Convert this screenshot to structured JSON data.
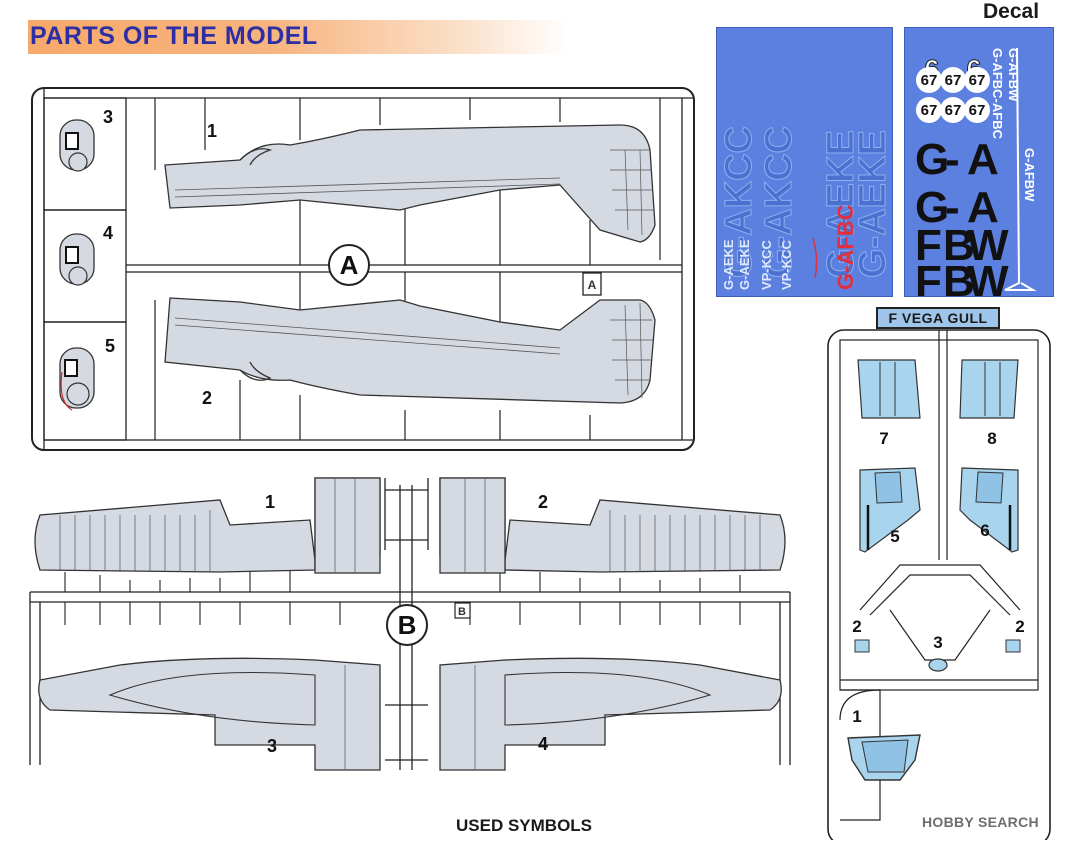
{
  "header": {
    "title": "PARTS OF THE MODEL",
    "decal_label": "Decal"
  },
  "sprue_a": {
    "label": "A",
    "part_numbers": [
      "1",
      "2",
      "3",
      "4",
      "5"
    ],
    "symbol_text": "A"
  },
  "sprue_b": {
    "label": "B",
    "part_numbers": [
      "1",
      "2",
      "3",
      "4"
    ],
    "symbol_text": "B"
  },
  "clear_sprue": {
    "name_tag": "F VEGA GULL",
    "part_numbers": [
      "7",
      "8",
      "5",
      "6",
      "2",
      "3",
      "2",
      "1"
    ]
  },
  "decal_sheet_left": {
    "big_rows": [
      "G-AKCC",
      "G-AKCC",
      "G-AEKE",
      "G-AEKE"
    ],
    "small_rows": [
      "G-AEKE",
      "G-AEKE",
      "VP-KCC",
      "VP-KCC"
    ],
    "red_text": "G-AFBC"
  },
  "decal_sheet_right": {
    "big_letters_left": [
      "G",
      "G",
      "F",
      "F"
    ],
    "big_letters_mid": [
      "-",
      "-",
      "B",
      "B"
    ],
    "big_letters_right": [
      "A",
      "A",
      "W",
      "W"
    ],
    "nines": [
      "9",
      "9"
    ],
    "badges": [
      "67",
      "67",
      "67",
      "67",
      "67",
      "67"
    ],
    "side_rows": [
      "G-AFBW",
      "G-AFBC-AFBC",
      "G-AFBW"
    ]
  },
  "footer": {
    "used_symbols": "USED SYMBOLS",
    "watermark": "HOBBY SEARCH"
  },
  "colors": {
    "title_blue": "#2b2fa3",
    "title_gradient": "#f7a96b",
    "part_grey": "#d4d9e2",
    "clear_part": "#a8d4ee",
    "decal_blue": "#5c80e0",
    "decal_red": "#e03040"
  }
}
